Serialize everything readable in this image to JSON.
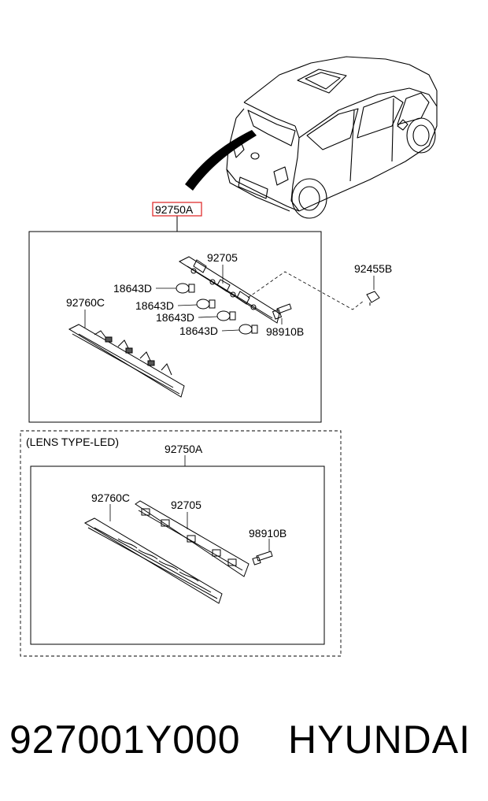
{
  "diagram": {
    "main_assembly": {
      "assembly_number": "92750A",
      "parts": {
        "harness": "92705",
        "bulb_a": "18643D",
        "bulb_b": "18643D",
        "bulb_c": "18643D",
        "bulb_d": "18643D",
        "lens": "92760C",
        "socket": "98910B",
        "clip": "92455B"
      }
    },
    "led_variant": {
      "title": "(LENS TYPE-LED)",
      "assembly_number": "92750A",
      "parts": {
        "lens": "92760C",
        "harness": "92705",
        "socket": "98910B"
      }
    }
  },
  "footer": {
    "part_number": "927001Y000",
    "brand": "HYUNDAI"
  }
}
